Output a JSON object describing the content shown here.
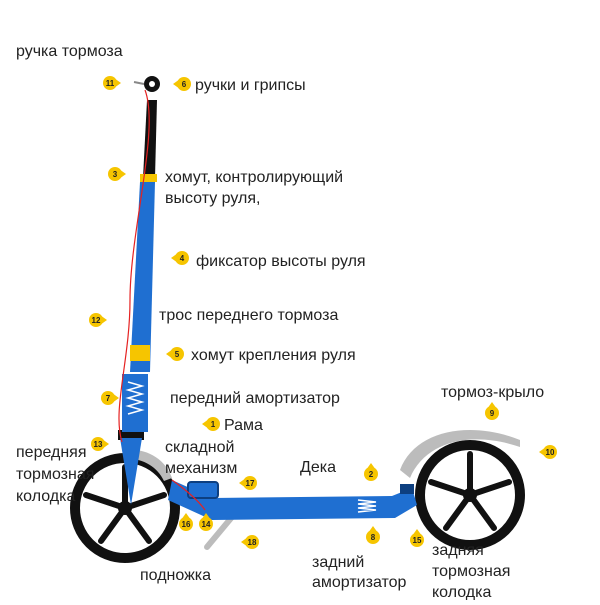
{
  "colors": {
    "frame": "#1f6fd1",
    "frame_dark": "#0d3f80",
    "badge": "#f6c500",
    "cable": "#e52222",
    "fender": "#bcbcbc",
    "tire": "#111111",
    "text": "#222222"
  },
  "labels": {
    "brake_lever": "ручка тормоза",
    "grips": "ручки и грипсы",
    "height_clamp_1": "хомут, контролирующий",
    "height_clamp_2": "высоту руля,",
    "height_lock": "фиксатор высоты руля",
    "front_cable": "трос переднего тормоза",
    "bar_clamp": "хомут крепления руля",
    "front_shock": "передний амортизатор",
    "frame": "Рама",
    "folding_1": "складной",
    "folding_2": "механизм",
    "front_pad_1": "передняя",
    "front_pad_2": "тормозная",
    "front_pad_3": "колодка",
    "deck": "Дека",
    "fender_brake": "тормоз-крыло",
    "kickstand": "подножка",
    "rear_shock_1": "задний",
    "rear_shock_2": "амортизатор",
    "rear_pad_1": "задняя",
    "rear_pad_2": "тормозная",
    "rear_pad_3": "колодка"
  },
  "badges": [
    "1",
    "2",
    "3",
    "4",
    "5",
    "6",
    "7",
    "8",
    "9",
    "10",
    "11",
    "12",
    "13",
    "14",
    "15",
    "16",
    "17",
    "18"
  ]
}
